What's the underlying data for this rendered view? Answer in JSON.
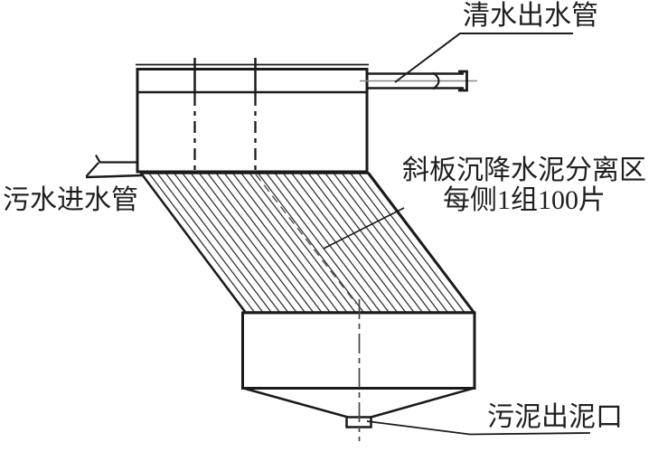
{
  "diagram": {
    "labels": {
      "clean_water_outlet_pipe": "清水出水管",
      "wastewater_inlet_pipe": "污水进水管",
      "plate_zone_line1": "斜板沉降水泥分离区",
      "plate_zone_line2": "每侧1组100片",
      "sludge_outlet": "污泥出泥口"
    },
    "colors": {
      "line": "#1a1a1a",
      "centerline": "#555555",
      "pipe_centerline": "#888888",
      "background": "#ffffff"
    }
  }
}
